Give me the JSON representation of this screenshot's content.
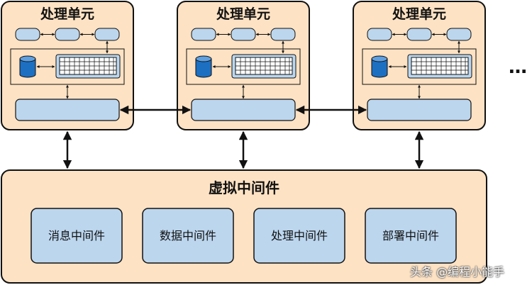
{
  "processing_units": [
    {
      "title": "处理单元"
    },
    {
      "title": "处理单元"
    },
    {
      "title": "处理单元"
    }
  ],
  "ellipsis": "…",
  "virtual_middleware": {
    "title": "虚拟中间件",
    "modules": [
      "消息中间件",
      "数据中间件",
      "处理中间件",
      "部署中间件"
    ]
  },
  "watermark": "头条 @编程小能手",
  "colors": {
    "unit_fill": "#fde2c4",
    "box_fill": "#bcd6ee",
    "cylinder_fill": "#1d6fc2",
    "outline": "#111111"
  }
}
